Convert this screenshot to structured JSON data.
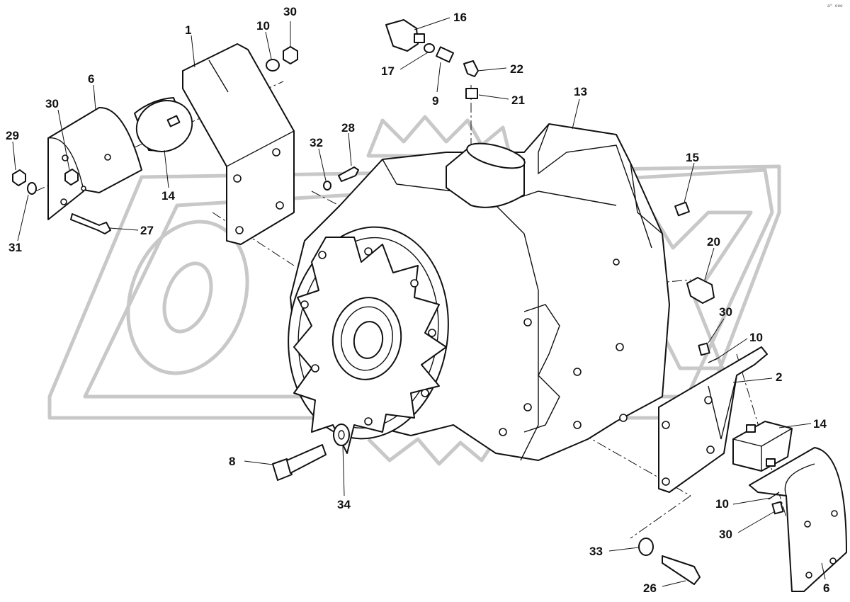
{
  "corner_mark": "a⁰ ooo",
  "callouts": [
    {
      "id": "c1",
      "text": "1"
    },
    {
      "id": "c10a",
      "text": "10"
    },
    {
      "id": "c30a",
      "text": "30"
    },
    {
      "id": "c6a",
      "text": "6"
    },
    {
      "id": "c30b",
      "text": "30"
    },
    {
      "id": "c29",
      "text": "29"
    },
    {
      "id": "c31",
      "text": "31"
    },
    {
      "id": "c14a",
      "text": "14"
    },
    {
      "id": "c27",
      "text": "27"
    },
    {
      "id": "c16",
      "text": "16"
    },
    {
      "id": "c17",
      "text": "17"
    },
    {
      "id": "c22",
      "text": "22"
    },
    {
      "id": "c9",
      "text": "9"
    },
    {
      "id": "c21",
      "text": "21"
    },
    {
      "id": "c13",
      "text": "13"
    },
    {
      "id": "c32",
      "text": "32"
    },
    {
      "id": "c28",
      "text": "28"
    },
    {
      "id": "c15",
      "text": "15"
    },
    {
      "id": "c20",
      "text": "20"
    },
    {
      "id": "c30c",
      "text": "30"
    },
    {
      "id": "c10b",
      "text": "10"
    },
    {
      "id": "c2",
      "text": "2"
    },
    {
      "id": "c14b",
      "text": "14"
    },
    {
      "id": "c8",
      "text": "8"
    },
    {
      "id": "c34",
      "text": "34"
    },
    {
      "id": "c10c",
      "text": "10"
    },
    {
      "id": "c30d",
      "text": "30"
    },
    {
      "id": "c33",
      "text": "33"
    },
    {
      "id": "c26",
      "text": "26"
    },
    {
      "id": "c6b",
      "text": "6"
    }
  ]
}
